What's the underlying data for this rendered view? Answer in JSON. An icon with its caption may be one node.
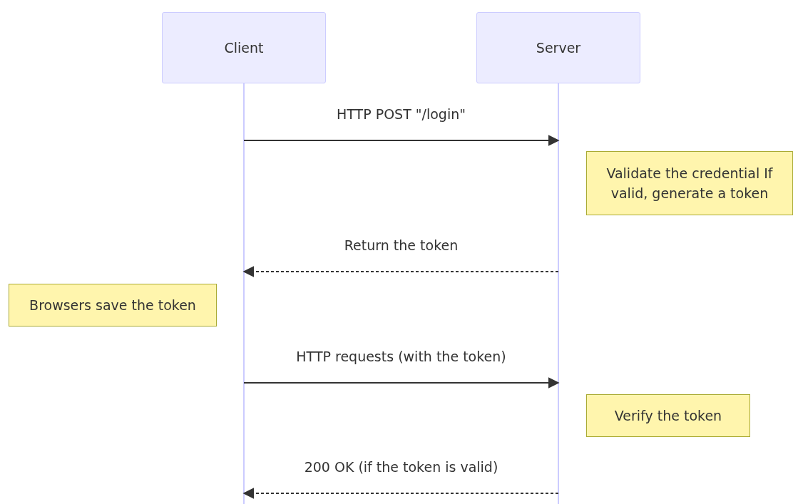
{
  "diagram": {
    "nodes": [
      {
        "text": [
          "Client"
        ]
      },
      {
        "text": [
          "Server"
        ]
      },
      {
        "text": [
          "Validate the credential If valid, generate a token"
        ]
      },
      {
        "text": [
          "Browsers save the token"
        ]
      },
      {
        "text": [
          "Verify the token"
        ]
      }
    ],
    "edges": [
      {
        "from": 0,
        "to": 1,
        "arrow": "to",
        "label": "HTTP POST \"/login\""
      },
      {
        "from": 1,
        "to": 0,
        "arrow": "to",
        "label": "Return the token",
        "style": "dashed"
      },
      {
        "from": 0,
        "to": 1,
        "arrow": "to",
        "label": "HTTP requests (with the token)"
      },
      {
        "from": 1,
        "to": 0,
        "arrow": "to",
        "label": "200 OK (if the token is valid)",
        "style": "dashed"
      }
    ]
  }
}
